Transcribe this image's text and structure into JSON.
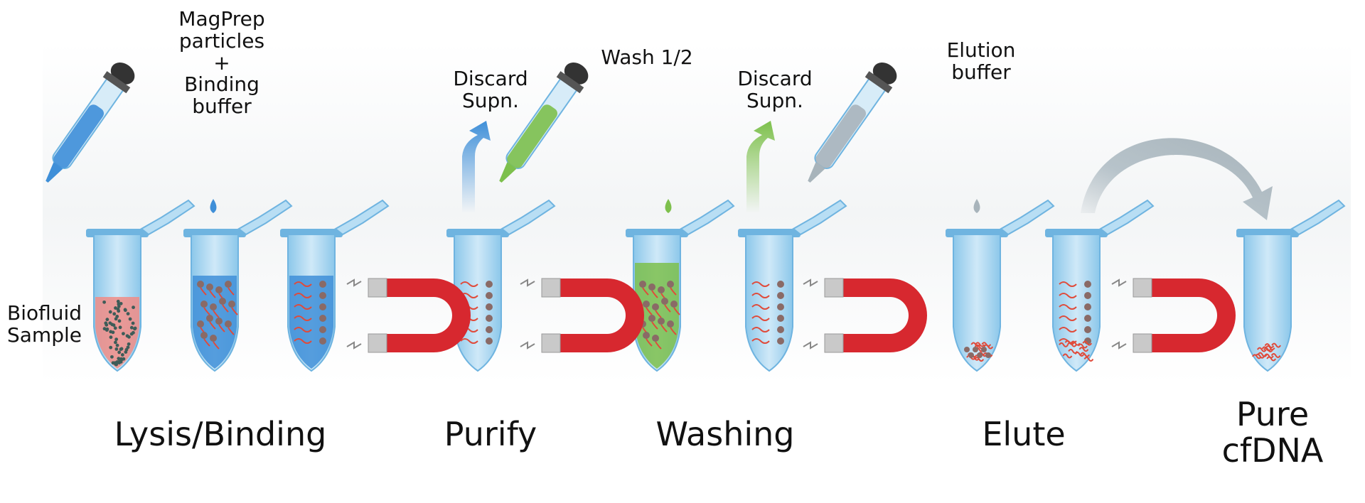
{
  "colors": {
    "tube": "#a8d6f0",
    "tube_edge": "#6fb4e0",
    "blue_liquid": "#3f8fd8",
    "green_liquid": "#7dc04c",
    "red_sample": "#f08c86",
    "magnet_red": "#d7282f",
    "magnet_tip": "#c9c9c9",
    "bead": "#8a6a66",
    "strand": "#e04a3a",
    "gray_liquid": "#a8b4bb",
    "dropper_bulb": "#333333"
  },
  "annotations": {
    "magprep": [
      "MagPrep",
      "particles",
      "+",
      "Binding",
      "buffer"
    ],
    "biofluid": [
      "Biofluid",
      "Sample"
    ],
    "discard1": [
      "Discard",
      "Supn."
    ],
    "wash": "Wash 1/2",
    "discard2": [
      "Discard",
      "Supn."
    ],
    "elution": [
      "Elution",
      "buffer"
    ]
  },
  "steps": {
    "lysis": "Lysis/Binding",
    "purify": "Purify",
    "washing": "Washing",
    "elute": "Elute",
    "pure": [
      "Pure",
      "cfDNA"
    ]
  }
}
